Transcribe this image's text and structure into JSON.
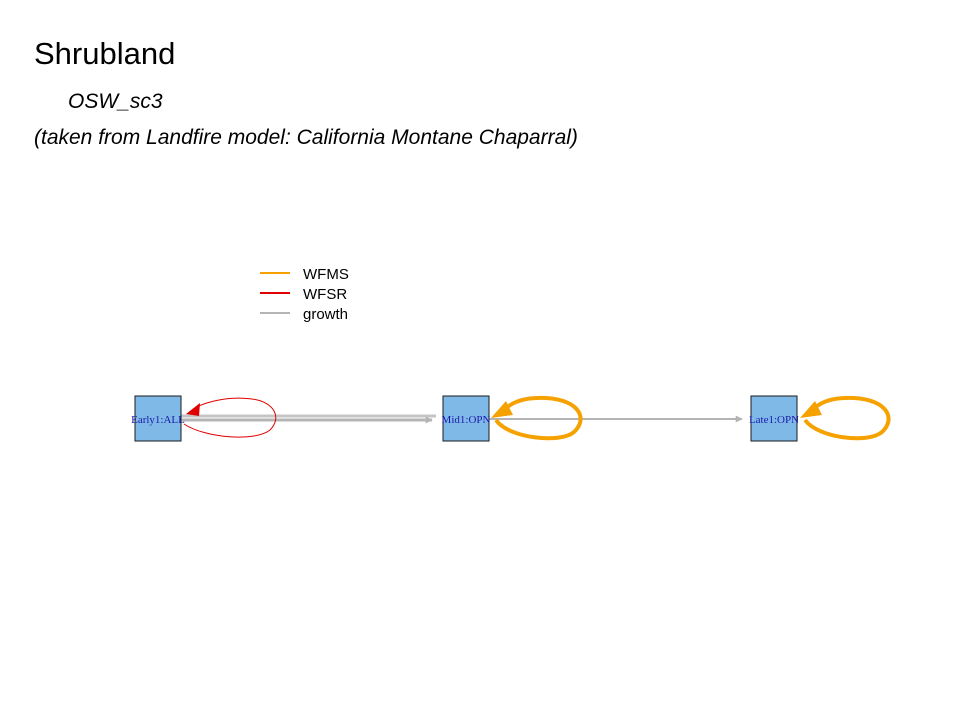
{
  "header": {
    "title": "Shrubland",
    "subtitle": "OSW_sc3",
    "source": "(taken from Landfire model: California Montane Chaparral)"
  },
  "legend": {
    "items": [
      {
        "label": "WFMS",
        "color": "#f5a200"
      },
      {
        "label": "WFSR",
        "color": "#e00000"
      },
      {
        "label": "growth",
        "color": "#b4b4b4"
      }
    ]
  },
  "diagram": {
    "node_fill": "#7fb9e8",
    "node_stroke": "#1a1a1a",
    "node_label_color": "#1a1aa8",
    "nodes": [
      {
        "id": "early1",
        "label": "Early1:ALL"
      },
      {
        "id": "mid1",
        "label": "Mid1:OPN"
      },
      {
        "id": "late1",
        "label": "Late1:OPN"
      }
    ],
    "edges": [
      {
        "from": "early1",
        "to": "mid1",
        "type": "growth"
      },
      {
        "from": "mid1",
        "to": "late1",
        "type": "growth"
      },
      {
        "from": "early1",
        "to": "early1",
        "type": "WFSR"
      },
      {
        "from": "mid1",
        "to": "mid1",
        "type": "WFMS"
      },
      {
        "from": "late1",
        "to": "late1",
        "type": "WFMS"
      }
    ]
  }
}
